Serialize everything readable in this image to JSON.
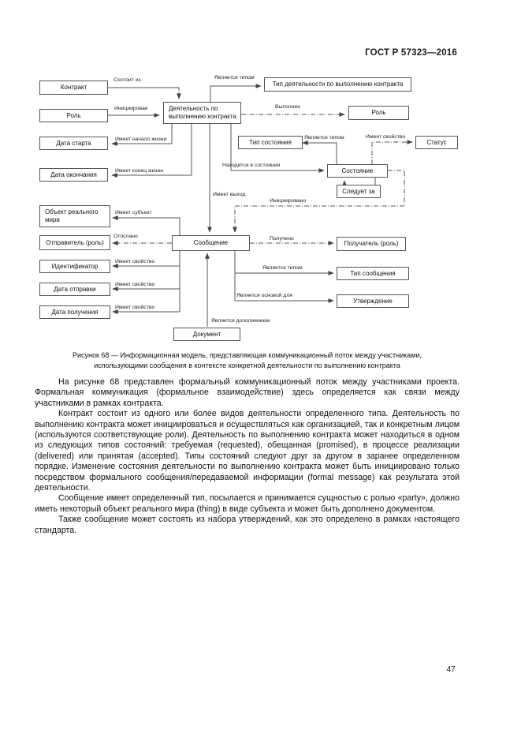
{
  "page": {
    "header": "ГОСТ Р 57323—2016",
    "page_number": "47"
  },
  "figure": {
    "caption_line1": "Рисунок 68 — Информационная модель, представляющая коммуникационный поток между участниками,",
    "caption_line2": "использующими сообщения в контексте конкретной деятельности по выполнению контракта",
    "boxes": {
      "kontrakt": "Контракт",
      "rol_left": "Роль",
      "data_starta": "Дата старта",
      "data_okonchaniya": "Дата окончания",
      "obekt_realnogo_mira": "Объект реального мира",
      "otpravitel": "Отправитель (роль)",
      "identifikator": "Идентификатор",
      "data_otpravki": "Дата отправки",
      "data_polucheniya": "Дата получения",
      "deyatelnost": "Деятельность по выполнению контракта",
      "tip_deyatelnosti": "Тип деятельности по выполнению контракта",
      "rol_right": "Роль",
      "tip_sostoyaniya": "Тип состояния",
      "status": "Статус",
      "sostoyanie": "Состояние",
      "sleduet_za": "Следует за",
      "soobshchenie": "Сообщение",
      "poluchatel": "Получатель (роль)",
      "tip_soobshcheniya": "Тип сообщения",
      "utverzhdenie": "Утверждение",
      "dokument": "Документ"
    },
    "labels": {
      "sostoit_iz": "Состоит из",
      "yavlyaetsya_tipom_1": "Является типом",
      "initsiirovan": "Инициирован",
      "vypolnen": "Выполнен",
      "imeet_nachalo_zhizni": "Имеет начало жизни",
      "imeet_konets_zhizni": "Имеет конец жизни",
      "yavlyaetsya_tipom_2": "Является типом",
      "imeet_svoystvo_status": "Имеет свойство",
      "nakhoditsya_v_sostoyanii": "Находится в состоянии",
      "imeet_vykhod": "Имеет выход",
      "initsiirovano": "Инициировано",
      "imeet_subekt": "Имеет субъект",
      "otoslano": "Отослано",
      "polucheno": "Получено",
      "imeet_svoystvo_1": "Имеет свойство",
      "imeet_svoystvo_2": "Имеет свойство",
      "imeet_svoystvo_3": "Имеет свойство",
      "yavlyaetsya_tipom_3": "Является типом",
      "yavlyaetsya_osnovoy": "Является основой для",
      "yavlyaetsya_dopolneniem": "Является дополнением"
    }
  },
  "body": {
    "paragraphs": [
      "На рисунке 68 представлен формальный коммуникационный поток между участниками проекта. Формальная коммуникация (формальное взаимодействие) здесь определяется как связи между участниками в рамках контракта.",
      "Контракт состоит из одного или более видов деятельности определенного типа. Деятельность по выполнению контракта может инициироваться и осуществляться как организацией, так и конкретным лицом (используются соответствующие роли). Деятельность по выполнению контракта может находиться в одном из следующих типов состояний: требуемая (requested), обещанная (promised), в процессе реализации (delivered) или принятая (accepted). Типы состояний следуют друг за другом в заранее определенном порядке. Изменение состояния деятельности по выполнению контракта может быть инициировано только посредством формального сообщения/передаваемой информации (formal message) как результата этой деятельности.",
      "Сообщение имеет определенный тип, посылается и принимается сущностью с ролью «party», должно иметь некоторый объект реального мира (thing) в виде субъекта и может быть дополнено документом.",
      "Также сообщение может состоять из набора утверждений, как это определено в рамках настоящего стандарта."
    ]
  }
}
